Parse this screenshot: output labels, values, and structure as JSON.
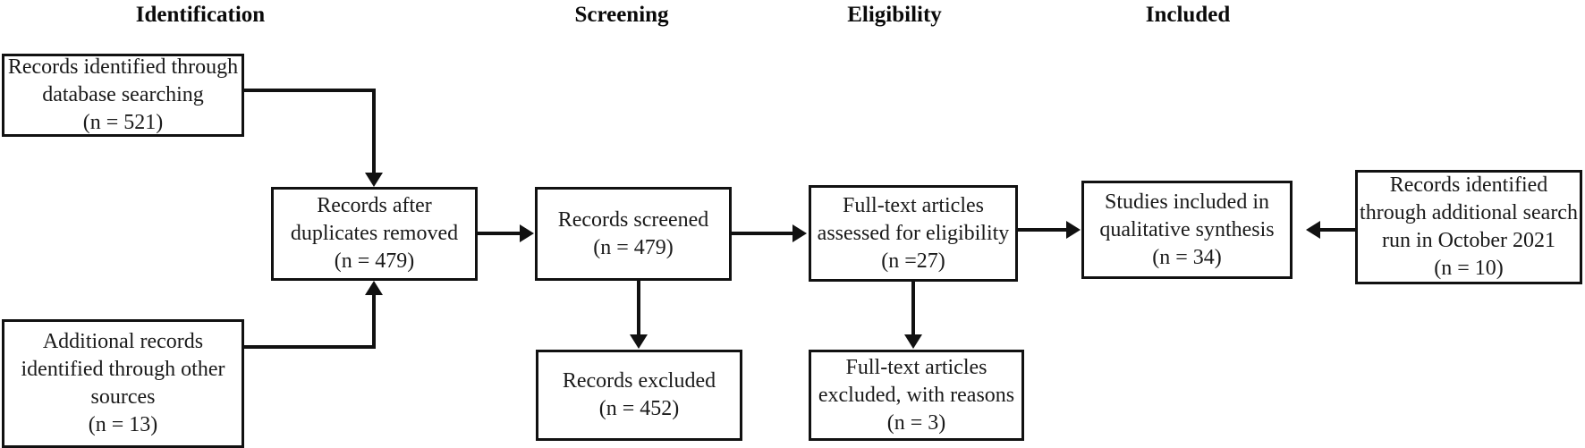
{
  "diagram": {
    "title": "PRISMA flow diagram",
    "type": "prisma-flow-diagram",
    "background_color": "#ffffff",
    "line_color": "#111111",
    "text_color": "#1a1a1a"
  },
  "stage_headers": [
    {
      "id": "identification",
      "label": "Identification"
    },
    {
      "id": "screening",
      "label": "Screening"
    },
    {
      "id": "eligibility",
      "label": "Eligibility"
    },
    {
      "id": "included",
      "label": "Included"
    }
  ],
  "nodes": {
    "records_identified_database": {
      "id": "records-identified-database",
      "lines": [
        "Records identified through",
        "database searching",
        "(n = 521)"
      ],
      "count": 521
    },
    "additional_records_other_sources": {
      "id": "additional-records-other-sources",
      "lines": [
        "Additional records",
        "identified through other",
        "sources",
        "(n = 13)"
      ],
      "count": 13
    },
    "records_after_duplicates": {
      "id": "records-after-duplicates-removed",
      "lines": [
        "Records after",
        "duplicates removed",
        "(n = 479)"
      ],
      "count": 479
    },
    "records_screened": {
      "id": "records-screened",
      "lines": [
        "Records screened",
        "(n = 479)"
      ],
      "count": 479
    },
    "records_excluded": {
      "id": "records-excluded",
      "lines": [
        "Records excluded",
        "(n = 452)"
      ],
      "count": 452
    },
    "fulltext_assessed": {
      "id": "full-text-articles-assessed",
      "lines": [
        "Full-text articles",
        "assessed for eligibility",
        "(n =27)"
      ],
      "count": 27
    },
    "fulltext_excluded": {
      "id": "full-text-articles-excluded",
      "lines": [
        "Full-text articles",
        "excluded, with reasons",
        "(n = 3)"
      ],
      "count": 3
    },
    "studies_included": {
      "id": "studies-included-qualitative-synthesis",
      "lines": [
        "Studies included in",
        "qualitative synthesis",
        "(n = 34)"
      ],
      "count": 34
    },
    "additional_search_october": {
      "id": "records-identified-additional-search",
      "lines": [
        "Records identified",
        "through additional search",
        "run in October 2021",
        "(n = 10)"
      ],
      "count": 10
    }
  },
  "connectors": [
    {
      "id": "database-to-duplicates",
      "from": "records_identified_database",
      "to": "records_after_duplicates",
      "style": "elbow-down",
      "arrow": "down"
    },
    {
      "id": "other-sources-to-duplicates",
      "from": "additional_records_other_sources",
      "to": "records_after_duplicates",
      "style": "elbow-up",
      "arrow": "up"
    },
    {
      "id": "duplicates-to-screened",
      "from": "records_after_duplicates",
      "to": "records_screened",
      "style": "straight-right",
      "arrow": "right"
    },
    {
      "id": "screened-to-excluded",
      "from": "records_screened",
      "to": "records_excluded",
      "style": "straight-down",
      "arrow": "down"
    },
    {
      "id": "screened-to-fulltext",
      "from": "records_screened",
      "to": "fulltext_assessed",
      "style": "straight-right",
      "arrow": "right"
    },
    {
      "id": "fulltext-to-fulltext-excluded",
      "from": "fulltext_assessed",
      "to": "fulltext_excluded",
      "style": "straight-down",
      "arrow": "down"
    },
    {
      "id": "fulltext-to-included",
      "from": "fulltext_assessed",
      "to": "studies_included",
      "style": "straight-right",
      "arrow": "right"
    },
    {
      "id": "additional-search-to-included",
      "from": "additional_search_october",
      "to": "studies_included",
      "style": "straight-left",
      "arrow": "left"
    }
  ]
}
